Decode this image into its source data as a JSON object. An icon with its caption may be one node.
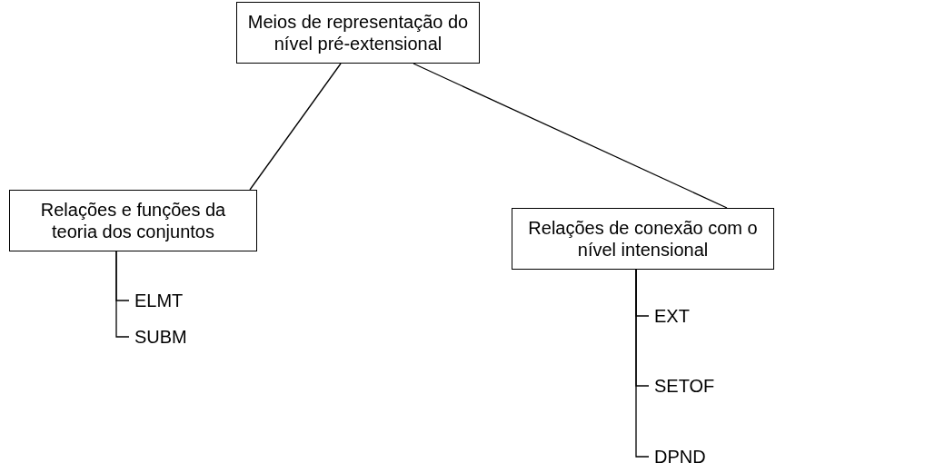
{
  "diagram": {
    "nodes": [
      {
        "text": [
          "Meios de representação do nível pré-extensional"
        ]
      },
      {
        "text": [
          "Relações e funções da teoria dos conjuntos"
        ]
      },
      {
        "text": [
          "Relações de conexão com o nível intensional"
        ]
      },
      {
        "text": [
          "ELMT"
        ]
      },
      {
        "text": [
          "SUBM"
        ]
      },
      {
        "text": [
          "EXT"
        ]
      },
      {
        "text": [
          "SETOF"
        ]
      },
      {
        "text": [
          "DPND"
        ]
      }
    ],
    "edges": [
      {
        "from": 0,
        "to": 1,
        "arrow": "none"
      },
      {
        "from": 0,
        "to": 2,
        "arrow": "none"
      },
      {
        "from": 1,
        "to": 3,
        "arrow": "none"
      },
      {
        "from": 1,
        "to": 4,
        "arrow": "none"
      },
      {
        "from": 2,
        "to": 5,
        "arrow": "none"
      },
      {
        "from": 2,
        "to": 6,
        "arrow": "none"
      },
      {
        "from": 2,
        "to": 7,
        "arrow": "none"
      }
    ]
  }
}
